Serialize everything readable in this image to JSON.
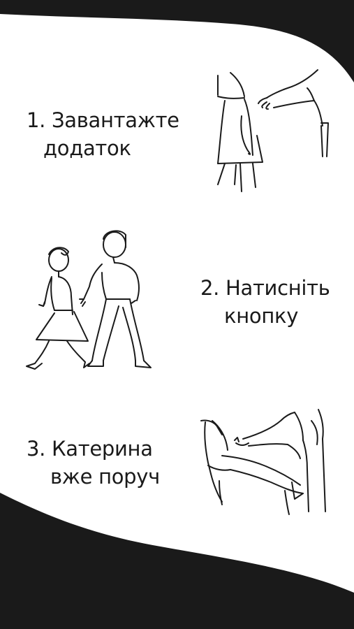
{
  "colors": {
    "background": "#ffffff",
    "wave": "#1a1a1a",
    "ink": "#1a1a1a"
  },
  "steps": [
    {
      "line1": "1. Завантажте",
      "line2": "додаток",
      "illustration": "girl-and-reaching-hand-icon"
    },
    {
      "line1": "2. Натисніть",
      "line2": "кнопку",
      "illustration": "woman-and-man-walking-icon"
    },
    {
      "line1": "3. Катерина",
      "line2": "вже поруч",
      "illustration": "helping-hand-group-icon"
    }
  ]
}
